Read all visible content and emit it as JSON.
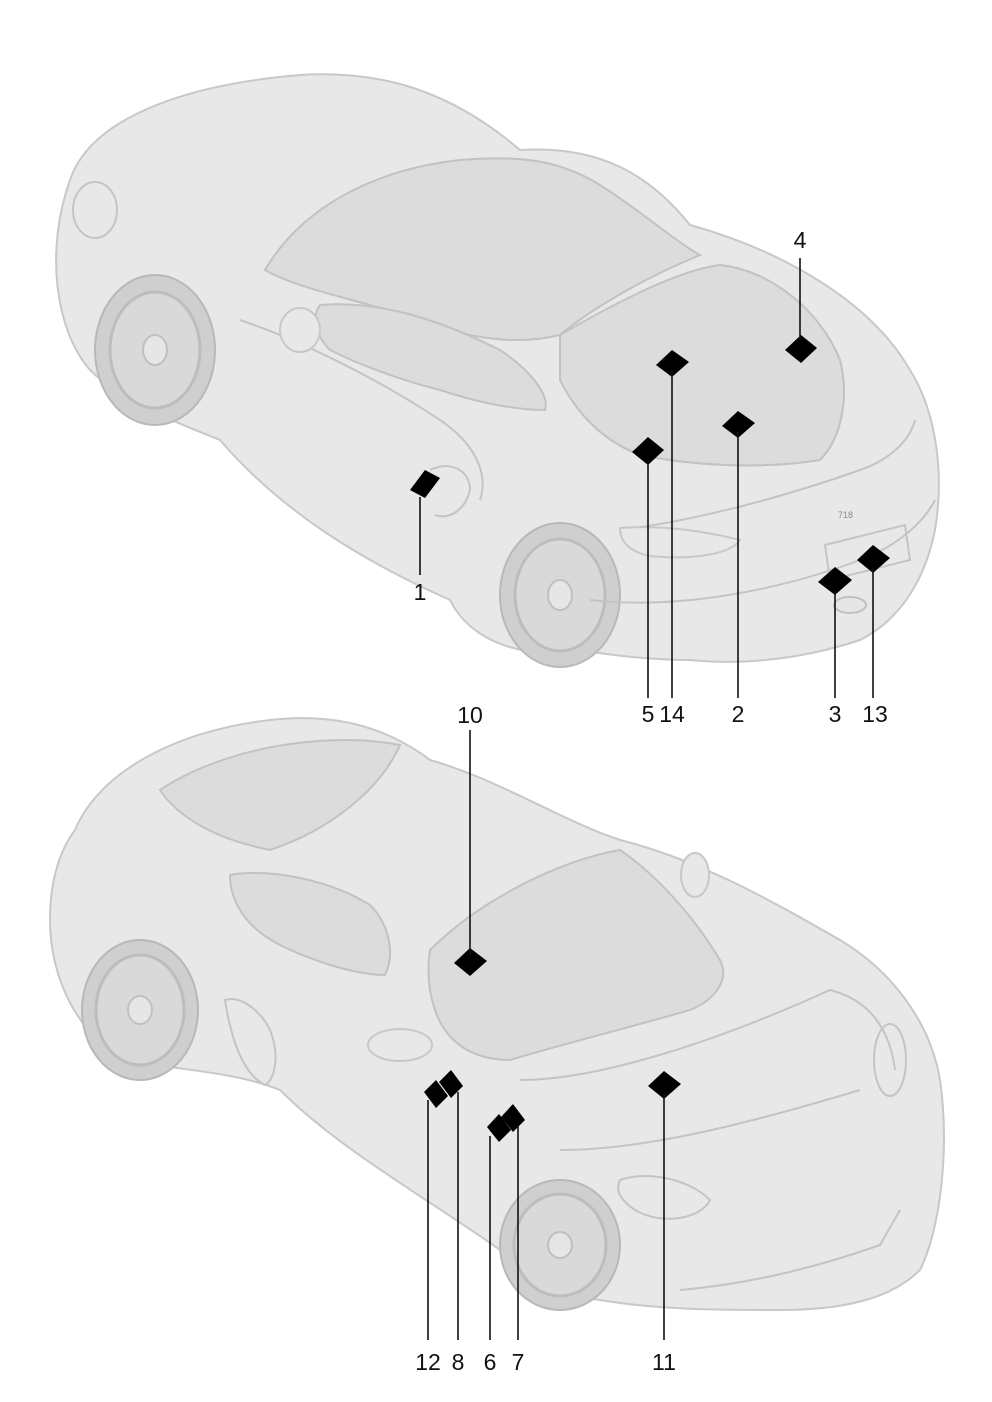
{
  "diagram": {
    "views": [
      {
        "name": "rear-view",
        "callouts": [
          {
            "id": "1",
            "label": "1"
          },
          {
            "id": "2",
            "label": "2"
          },
          {
            "id": "3",
            "label": "3"
          },
          {
            "id": "4",
            "label": "4"
          },
          {
            "id": "5",
            "label": "5"
          },
          {
            "id": "13",
            "label": "13"
          },
          {
            "id": "14",
            "label": "14"
          }
        ],
        "badge_text": "718"
      },
      {
        "name": "front-view",
        "callouts": [
          {
            "id": "6",
            "label": "6"
          },
          {
            "id": "7",
            "label": "7"
          },
          {
            "id": "8",
            "label": "8"
          },
          {
            "id": "10",
            "label": "10"
          },
          {
            "id": "11",
            "label": "11"
          },
          {
            "id": "12",
            "label": "12"
          }
        ]
      }
    ],
    "colors": {
      "car": "#e8e8e8",
      "marker": "#000000",
      "text": "#111111"
    }
  }
}
